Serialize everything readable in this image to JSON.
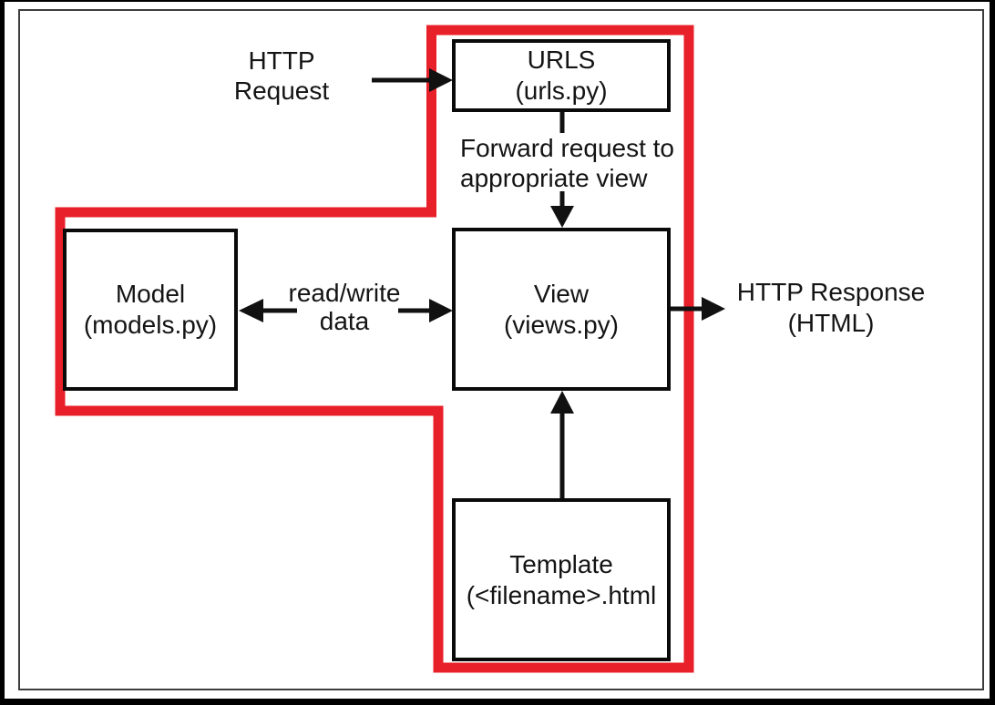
{
  "colors": {
    "highlight": "#e8202a",
    "line": "#111111",
    "frame": "#3d3d3d"
  },
  "nodes": {
    "urls": {
      "title": "URLS",
      "subtitle": "(urls.py)"
    },
    "view": {
      "title": "View",
      "subtitle": "(views.py)"
    },
    "model": {
      "title": "Model",
      "subtitle": "(models.py)"
    },
    "template": {
      "title": "Template",
      "subtitle": "(<filename>.html"
    }
  },
  "labels": {
    "http_request": {
      "line1": "HTTP",
      "line2": "Request"
    },
    "forward": {
      "line1": "Forward request to",
      "line2": "appropriate view"
    },
    "read_write": {
      "line1": "read/write",
      "line2": "data"
    },
    "http_response": {
      "line1": "HTTP Response",
      "line2": "(HTML)"
    }
  },
  "edges": [
    {
      "from": "http-request-label",
      "to": "urls",
      "label": ""
    },
    {
      "from": "urls",
      "to": "view",
      "label": "Forward request to appropriate view"
    },
    {
      "from": "view",
      "to": "model",
      "label": "read/write data",
      "bidirectional": true
    },
    {
      "from": "template",
      "to": "view",
      "label": ""
    },
    {
      "from": "view",
      "to": "http-response-label",
      "label": ""
    }
  ],
  "highlight_outline": {
    "color": "#e8202a",
    "encloses": [
      "urls",
      "view",
      "template",
      "model"
    ]
  }
}
